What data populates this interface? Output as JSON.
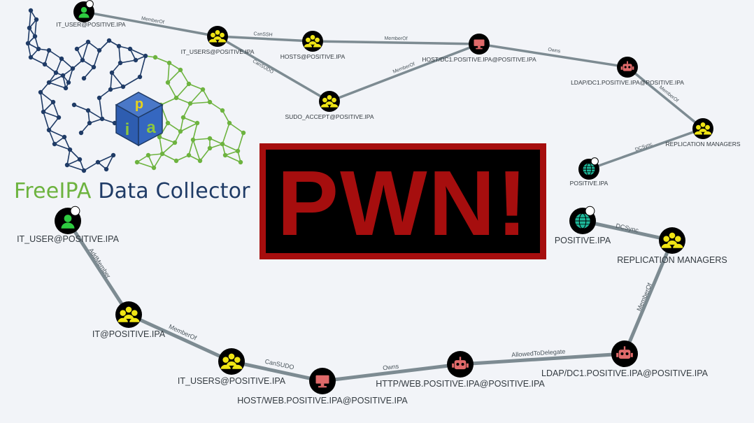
{
  "brand": {
    "name_part1": "FreeIPA",
    "name_part2": "Data Collector",
    "logo_letters": [
      "p",
      "i",
      "a"
    ]
  },
  "banner": {
    "text": "PWN!"
  },
  "colors": {
    "background": "#f2f4f8",
    "group_node": "#f0e514",
    "host_node": "#e06a6a",
    "user_node": "#2ecc40",
    "domain_node": "#1eb89a",
    "edge": "#7d8b92",
    "banner_red": "#a60e0e",
    "brand_green": "#6db33f",
    "brand_navy": "#1f3b66"
  },
  "graph_top": {
    "nodes": [
      {
        "id": "it_user",
        "type": "user",
        "label": "IT_USER@POSITIVE.IPA"
      },
      {
        "id": "it_users",
        "type": "group",
        "label": "IT_USERS@POSITIVE.IPA"
      },
      {
        "id": "hosts",
        "type": "group",
        "label": "HOSTS@POSITIVE.IPA"
      },
      {
        "id": "sudo_accept",
        "type": "group",
        "label": "SUDO_ACCEPT@POSITIVE.IPA"
      },
      {
        "id": "host_dc1",
        "type": "computer",
        "label": "HOST/DC1.POSITIVE.IPA@POSITIVE.IPA"
      },
      {
        "id": "ldap_dc1",
        "type": "service",
        "label": "LDAP/DC1.POSITIVE.IPA@POSITIVE.IPA"
      },
      {
        "id": "repl_mgr",
        "type": "group",
        "label": "REPLICATION MANAGERS"
      },
      {
        "id": "domain",
        "type": "domain",
        "label": "POSITIVE.IPA"
      }
    ],
    "edges": [
      {
        "from": "it_user",
        "to": "it_users",
        "label": "MemberOf"
      },
      {
        "from": "it_users",
        "to": "hosts",
        "label": "CanSSH"
      },
      {
        "from": "it_users",
        "to": "sudo_accept",
        "label": "CanSUDO"
      },
      {
        "from": "hosts",
        "to": "host_dc1",
        "label": "MemberOf"
      },
      {
        "from": "sudo_accept",
        "to": "host_dc1",
        "label": "MemberOf"
      },
      {
        "from": "host_dc1",
        "to": "ldap_dc1",
        "label": "Owns"
      },
      {
        "from": "ldap_dc1",
        "to": "repl_mgr",
        "label": "MemberOf"
      },
      {
        "from": "repl_mgr",
        "to": "domain",
        "label": "DCSync"
      }
    ]
  },
  "graph_bottom": {
    "nodes": [
      {
        "id": "it_user",
        "type": "user",
        "label": "IT_USER@POSITIVE.IPA"
      },
      {
        "id": "it",
        "type": "group",
        "label": "IT@POSITIVE.IPA"
      },
      {
        "id": "it_users",
        "type": "group",
        "label": "IT_USERS@POSITIVE.IPA"
      },
      {
        "id": "host_web",
        "type": "computer",
        "label": "HOST/WEB.POSITIVE.IPA@POSITIVE.IPA"
      },
      {
        "id": "http_web",
        "type": "service",
        "label": "HTTP/WEB.POSITIVE.IPA@POSITIVE.IPA"
      },
      {
        "id": "ldap_dc1",
        "type": "service",
        "label": "LDAP/DC1.POSITIVE.IPA@POSITIVE.IPA"
      },
      {
        "id": "repl_mgr",
        "type": "group",
        "label": "REPLICATION MANAGERS"
      },
      {
        "id": "domain",
        "type": "domain",
        "label": "POSITIVE.IPA"
      }
    ],
    "edges": [
      {
        "from": "it_user",
        "to": "it",
        "label": "AddMember"
      },
      {
        "from": "it",
        "to": "it_users",
        "label": "MemberOf"
      },
      {
        "from": "it_users",
        "to": "host_web",
        "label": "CanSUDO"
      },
      {
        "from": "host_web",
        "to": "http_web",
        "label": "Owns"
      },
      {
        "from": "http_web",
        "to": "ldap_dc1",
        "label": "AllowedToDelegate"
      },
      {
        "from": "ldap_dc1",
        "to": "repl_mgr",
        "label": "MemberOf"
      },
      {
        "from": "repl_mgr",
        "to": "domain",
        "label": "DCSync"
      }
    ]
  }
}
